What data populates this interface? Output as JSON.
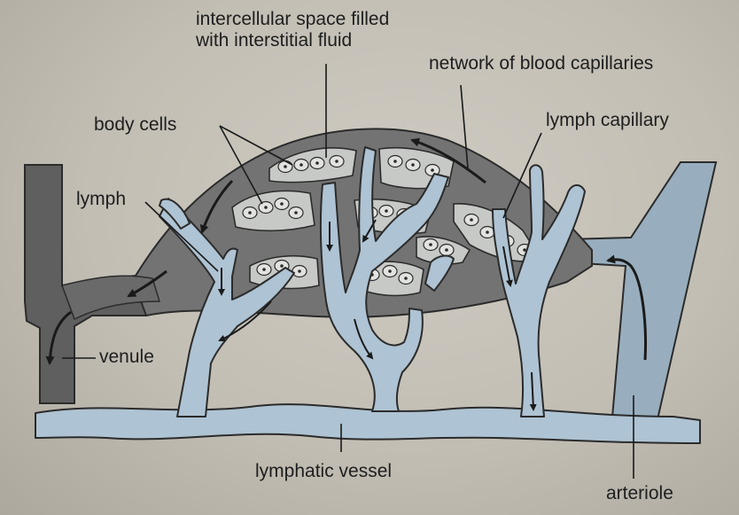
{
  "labels": {
    "intercellular": "intercellular space filled\nwith interstitial fluid",
    "network": "network of blood capillaries",
    "body_cells": "body cells",
    "lymph_capillary": "lymph capillary",
    "lymph": "lymph",
    "venule": "venule",
    "lymphatic_vessel": "lymphatic vessel",
    "arteriole": "arteriole"
  },
  "colors": {
    "blood_network": "#737373",
    "venule": "#5f5f5f",
    "lymph": "#aec3d3",
    "lymph_outline": "#2b2b2b",
    "arteriole": "#98aebe",
    "cell_fill": "#e2e3e0",
    "space_fill": "#c7c9c6",
    "label_text": "#1e1e1e"
  }
}
